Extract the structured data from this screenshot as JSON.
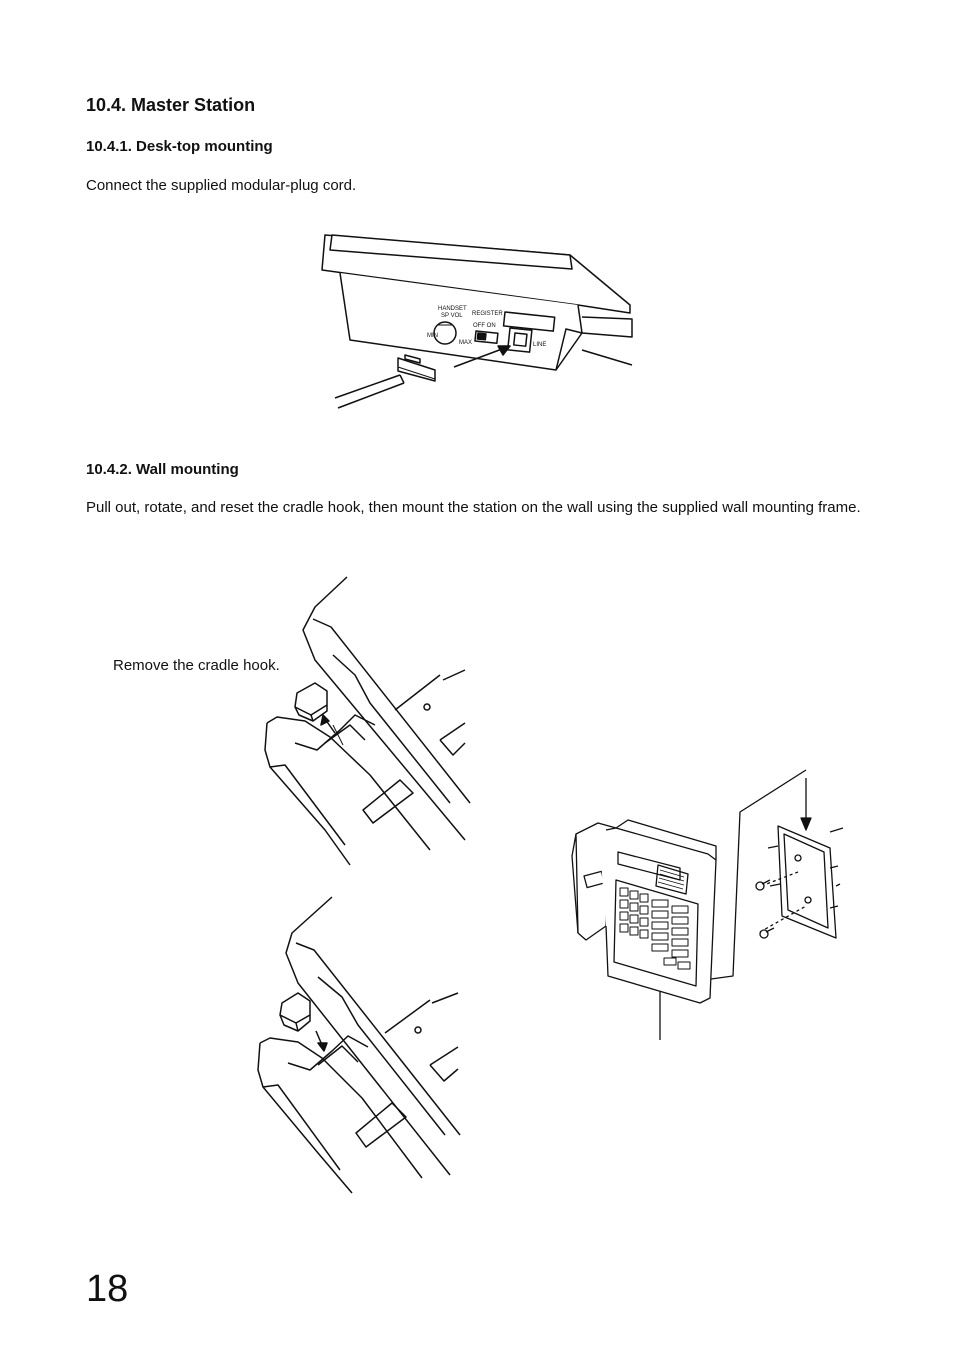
{
  "section": {
    "title": "10.4. Master Station"
  },
  "desktop": {
    "heading": "10.4.1. Desk-top mounting",
    "body": "Connect the supplied modular-plug cord.",
    "labels": {
      "handset": "HANDSET",
      "sp_vol": "SP  VOL",
      "register": "REGISTER",
      "off_on": "OFF   ON",
      "min": "MIN",
      "max": "MAX",
      "line": "LINE"
    }
  },
  "wall": {
    "heading": "10.4.2. Wall mounting",
    "body": "Pull out, rotate, and reset the cradle hook, then mount the station on the wall using the supplied wall mounting frame.",
    "callout": "Remove the cradle hook."
  },
  "page_number": "18"
}
